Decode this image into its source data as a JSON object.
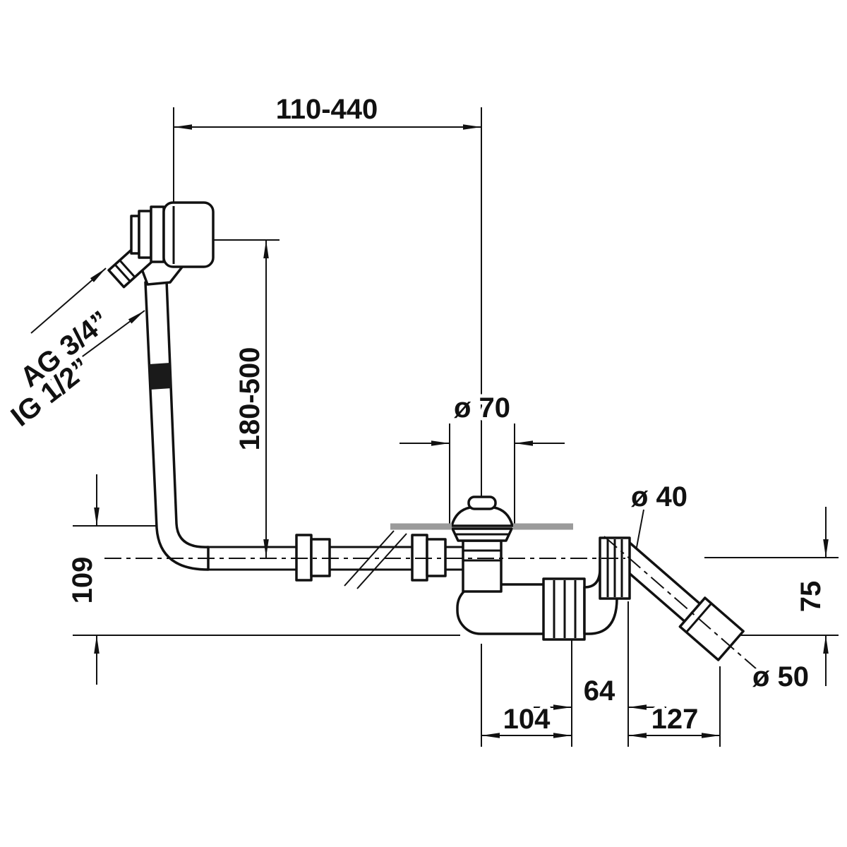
{
  "drawing": {
    "background": "#ffffff",
    "line_color": "#111111",
    "tub_color": "#9b9b9b",
    "dims": {
      "top_width": "110-440",
      "overflow_height": "180-500",
      "drain_dia": "ø 70",
      "outlet_dia": "ø 40",
      "end_dia": "ø 50",
      "height_left": "109",
      "height_right": "75",
      "offset_drain": "104",
      "offset_mid": "64",
      "offset_outlet": "127"
    },
    "threads": {
      "outer": "AG 3/4”",
      "inner": "IG 1/2”"
    }
  }
}
